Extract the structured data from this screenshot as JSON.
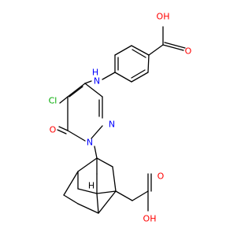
{
  "structure": {
    "labels": {
      "acid_top_oh": "OH",
      "acid_top_o": "O",
      "amine_nh": "H",
      "amine_n": "N",
      "chloro": "Cl",
      "ketone_o": "O",
      "ring_n_top": "N",
      "ring_n_bottom": "N",
      "adamantane_h": "H",
      "acid_bottom_o": "O",
      "acid_bottom_oh": "OH"
    },
    "colors": {
      "bond": "#000000",
      "oxygen": "#ff0000",
      "nitrogen": "#0000ff",
      "chlorine": "#00aa00",
      "carbon_label": "#000000"
    }
  }
}
